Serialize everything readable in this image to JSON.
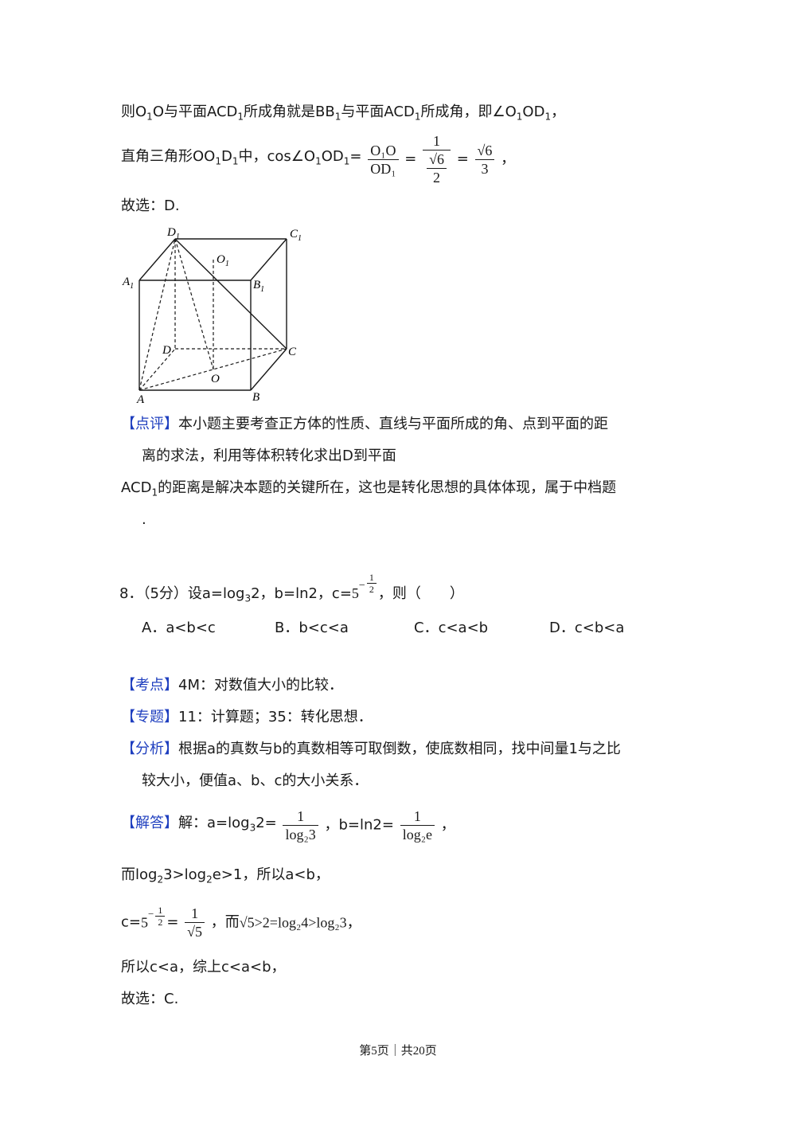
{
  "top": {
    "line1_pre": "则O",
    "line1_sub1": "1",
    "line1_mid1": "O与平面ACD",
    "line1_sub2": "1",
    "line1_mid2": "所成角就是BB",
    "line1_sub3": "1",
    "line1_mid3": "与平面ACD",
    "line1_sub4": "1",
    "line1_mid4": "所成角，即∠O",
    "line1_sub5": "1",
    "line1_mid5": "OD",
    "line1_sub6": "1",
    "line1_end": "，",
    "line2_pre": "直角三角形OO",
    "line2_sub1": "1",
    "line2_mid1": "D",
    "line2_sub2": "1",
    "line2_mid2": "中，cos∠O",
    "line2_sub3": "1",
    "line2_mid3": "OD",
    "line2_sub4": "1",
    "line2_eq": "=",
    "f1_num": "O₁O",
    "f1_den": "OD₁",
    "eq2": "=",
    "f2_num": "1",
    "f2_den_num": "√6",
    "f2_den_den": "2",
    "eq3": "=",
    "f3_num": "√6",
    "f3_den": "3",
    "line2_end": "，",
    "conclusion1": "故选：D."
  },
  "cube_labels": {
    "D1": "D",
    "C1": "C",
    "A1": "A",
    "B1": "B",
    "O1": "O",
    "D": "D",
    "C": "C",
    "A": "A",
    "B": "B",
    "O": "O",
    "sub1": "1"
  },
  "comment": {
    "tag": "【点评】",
    "text1": "本小题主要考查正方体的性质、直线与平面所成的角、点到平面的距",
    "text2": "离的求法，利用等体积转化求出D到平面",
    "text3_pre": "ACD",
    "text3_sub": "1",
    "text3_post": "的距离是解决本题的关键所在，这也是转化思想的具体体现，属于中档题",
    "text4": "."
  },
  "q8": {
    "head": "8．（5分）设a=log",
    "head_sub": "3",
    "head2": "2，b=ln2，c=",
    "base": "5",
    "exp": "−",
    "exp_num": "1",
    "exp_den": "2",
    "tail": "，则（　　）",
    "options": [
      "A．a<b<c",
      "B．b<c<a",
      "C．c<a<b",
      "D．c<b<a"
    ]
  },
  "analysis": {
    "kd_tag": "【考点】",
    "kd_text": "4M：对数值大小的比较．",
    "zt_tag": "【专题】",
    "zt_text": "11：计算题；35：转化思想．",
    "fx_tag": "【分析】",
    "fx_text1": "根据a的真数与b的真数相等可取倒数，使底数相同，找中间量1与之比",
    "fx_text2": "较大小，便值a、b、c的大小关系．",
    "jd_tag": "【解答】",
    "jd_pre": "解：a=log",
    "jd_sub1": "3",
    "jd_mid": "2=",
    "jd_f1_num": "1",
    "jd_f1_den": "log₂3",
    "jd_mid2": "，b=ln2=",
    "jd_f2_num": "1",
    "jd_f2_den": "log₂e",
    "jd_end": "，",
    "l2_pre": "而log",
    "l2_sub1": "2",
    "l2_mid": "3>log",
    "l2_sub2": "2",
    "l2_end": "e>1，所以a<b，",
    "l3_pre": "c=",
    "l3_base": "5",
    "l3_exp_num": "1",
    "l3_exp_den": "2",
    "l3_eq": "=",
    "l3_f_num": "1",
    "l3_f_den": "√5",
    "l3_mid": "，而",
    "l3_rest": "√5>2=log₂4>log₂3，",
    "l4": "所以c<a，综上c<a<b，",
    "l5": "故选：C."
  },
  "footer": "第5页｜共20页"
}
